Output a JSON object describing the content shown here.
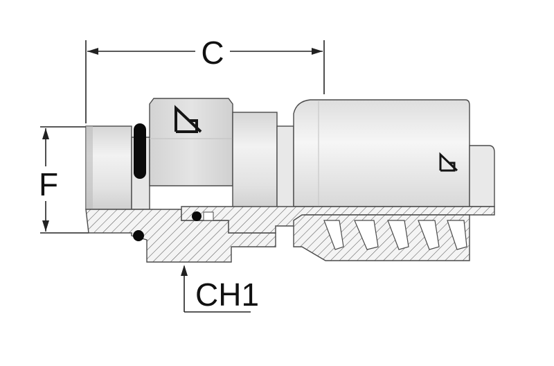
{
  "dimensions": {
    "c_label": "C",
    "f_label": "F",
    "ch1_label": "CH1"
  },
  "colors": {
    "metal_light": "#ececec",
    "metal_mid": "#dcdcdc",
    "metal_shadow": "#c9c9c9",
    "outline": "#4a4a4a",
    "hatch": "#555555",
    "oring": "#0a0a0a",
    "dimension": "#222222"
  },
  "icons": {
    "brand_mark": "triangle-g-logo-icon"
  }
}
